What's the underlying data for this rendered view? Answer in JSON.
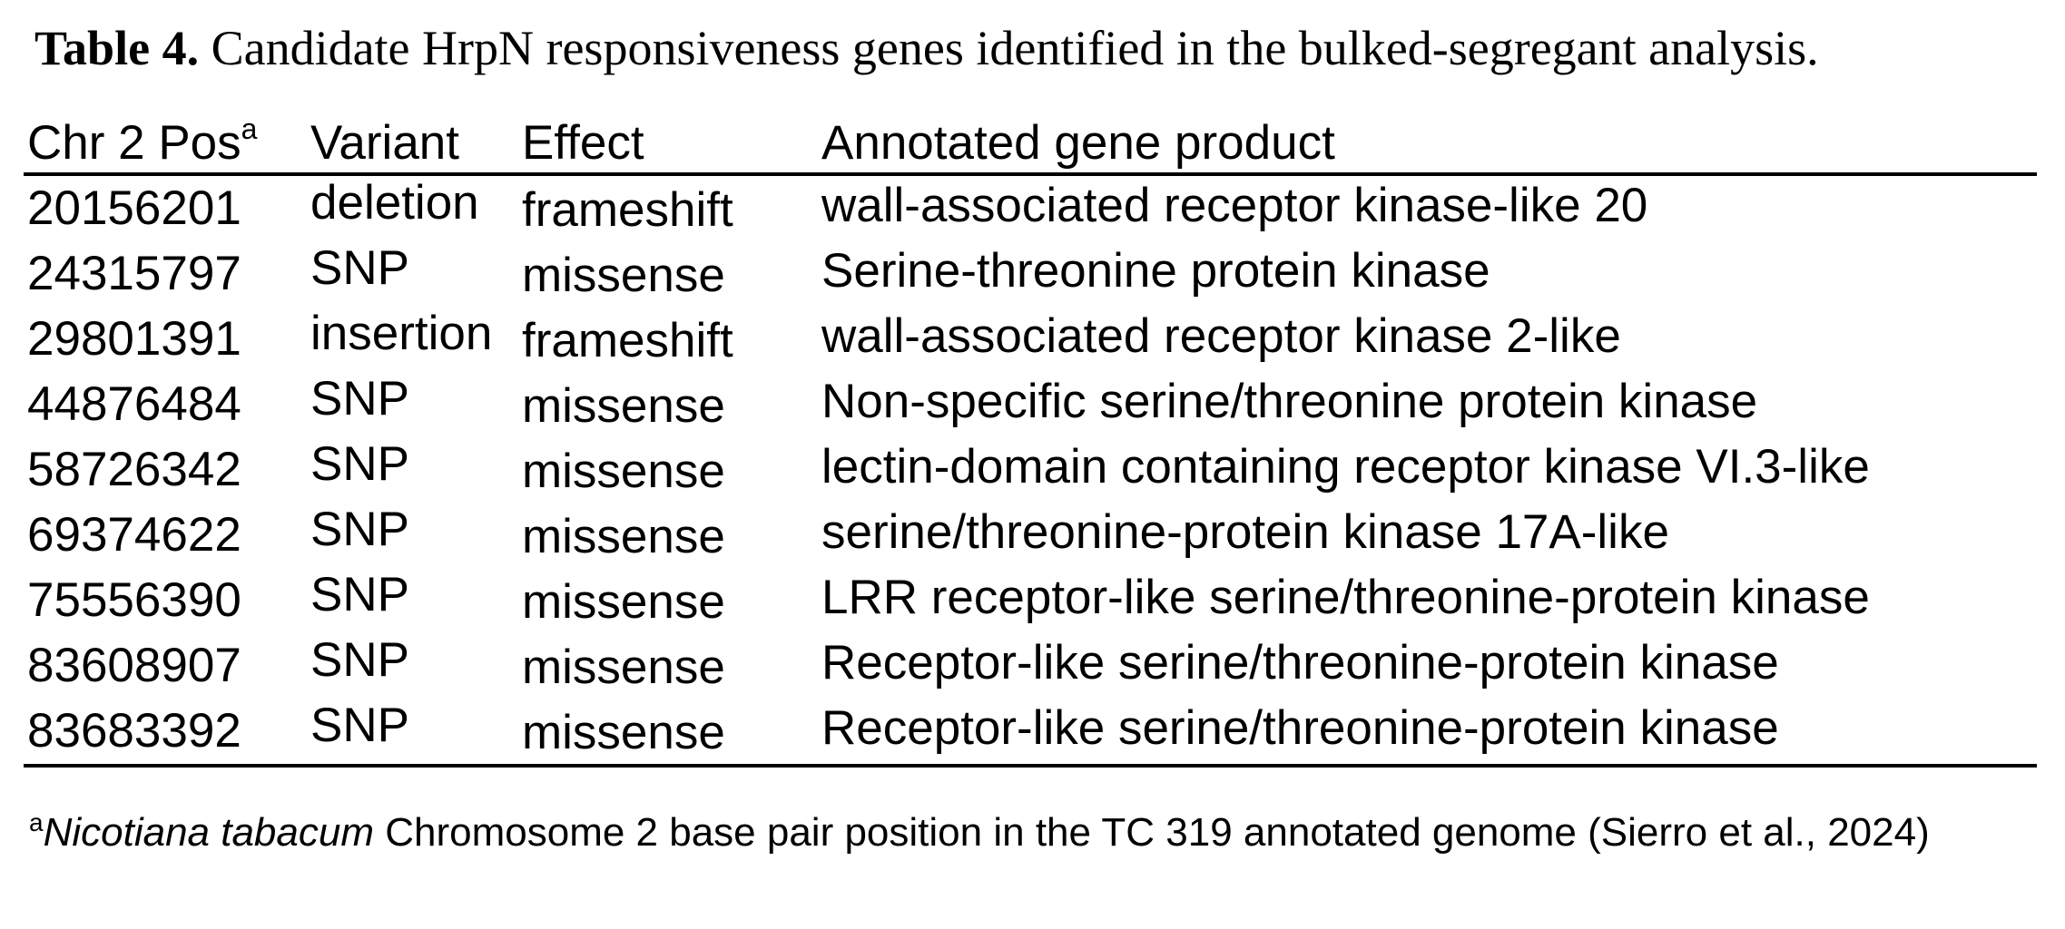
{
  "caption": {
    "label": "Table 4.",
    "text": " Candidate HrpN responsiveness genes identified in the bulked-segregant analysis."
  },
  "table": {
    "headers": {
      "position": "Chr 2 Pos",
      "position_mark": "a",
      "variant": "Variant",
      "effect": "Effect",
      "product": "Annotated gene product"
    },
    "rows": [
      {
        "position": "20156201",
        "variant": "deletion",
        "effect": "frameshift",
        "product": "wall-associated receptor kinase-like 20"
      },
      {
        "position": "24315797",
        "variant": "SNP",
        "effect": "missense",
        "product": "Serine-threonine protein kinase"
      },
      {
        "position": "29801391",
        "variant": "insertion",
        "effect": "frameshift",
        "product": "wall-associated receptor kinase 2-like"
      },
      {
        "position": "44876484",
        "variant": "SNP",
        "effect": "missense",
        "product": "Non-specific serine/threonine protein kinase"
      },
      {
        "position": "58726342",
        "variant": "SNP",
        "effect": "missense",
        "product": "lectin-domain containing receptor kinase VI.3-like"
      },
      {
        "position": "69374622",
        "variant": "SNP",
        "effect": "missense",
        "product": "serine/threonine-protein kinase 17A-like"
      },
      {
        "position": "75556390",
        "variant": "SNP",
        "effect": "missense",
        "product": "LRR receptor-like serine/threonine-protein kinase"
      },
      {
        "position": "83608907",
        "variant": "SNP",
        "effect": "missense",
        "product": "Receptor-like serine/threonine-protein kinase"
      },
      {
        "position": "83683392",
        "variant": "SNP",
        "effect": "missense",
        "product": "Receptor-like serine/threonine-protein kinase"
      }
    ]
  },
  "footnote": {
    "mark": "a",
    "species": "Nicotiana tabacum",
    "text": " Chromosome 2 base pair position in the TC 319 annotated genome (Sierro et al., 2024)"
  }
}
